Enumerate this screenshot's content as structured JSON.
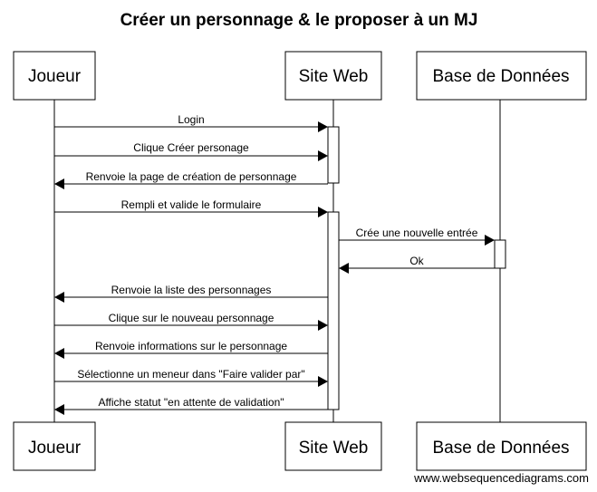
{
  "title": "Créer un personnage & le proposer à un MJ",
  "participants": [
    {
      "id": "joueur",
      "label": "Joueur"
    },
    {
      "id": "site",
      "label": "Site Web"
    },
    {
      "id": "bdd",
      "label": "Base de Données"
    }
  ],
  "messages": [
    {
      "from": "joueur",
      "to": "site",
      "label": "Login"
    },
    {
      "from": "joueur",
      "to": "site",
      "label": "Clique Créer personage"
    },
    {
      "from": "site",
      "to": "joueur",
      "label": "Renvoie la page de création de personnage"
    },
    {
      "from": "joueur",
      "to": "site",
      "label": "Rempli et valide le formulaire"
    },
    {
      "from": "site",
      "to": "bdd",
      "label": "Crée une nouvelle entrée"
    },
    {
      "from": "bdd",
      "to": "site",
      "label": "Ok"
    },
    {
      "from": "site",
      "to": "joueur",
      "label": "Renvoie la liste des personnages"
    },
    {
      "from": "joueur",
      "to": "site",
      "label": "Clique sur le nouveau personnage"
    },
    {
      "from": "site",
      "to": "joueur",
      "label": "Renvoie informations sur le personnage"
    },
    {
      "from": "joueur",
      "to": "site",
      "label": "Sélectionne un meneur dans \"Faire valider par\""
    },
    {
      "from": "site",
      "to": "joueur",
      "label": "Affiche statut \"en attente de validation\""
    }
  ],
  "watermark": "www.websequencediagrams.com"
}
